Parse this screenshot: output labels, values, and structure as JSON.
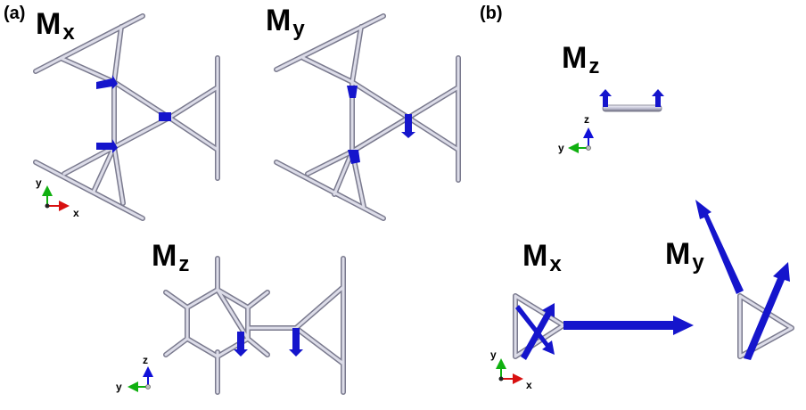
{
  "panels": {
    "a": "(a)",
    "b": "(b)"
  },
  "modes": {
    "letter": "M",
    "x": "x",
    "y": "y",
    "z": "z"
  },
  "axes": {
    "x": "x",
    "y": "y",
    "z": "z"
  },
  "colors": {
    "bond": "#c9c9d8",
    "bond_dark": "#6e6e82",
    "arrow": "#1010c8",
    "axis_x": "#d81010",
    "axis_y": "#10b010",
    "axis_z": "#1010d8"
  }
}
